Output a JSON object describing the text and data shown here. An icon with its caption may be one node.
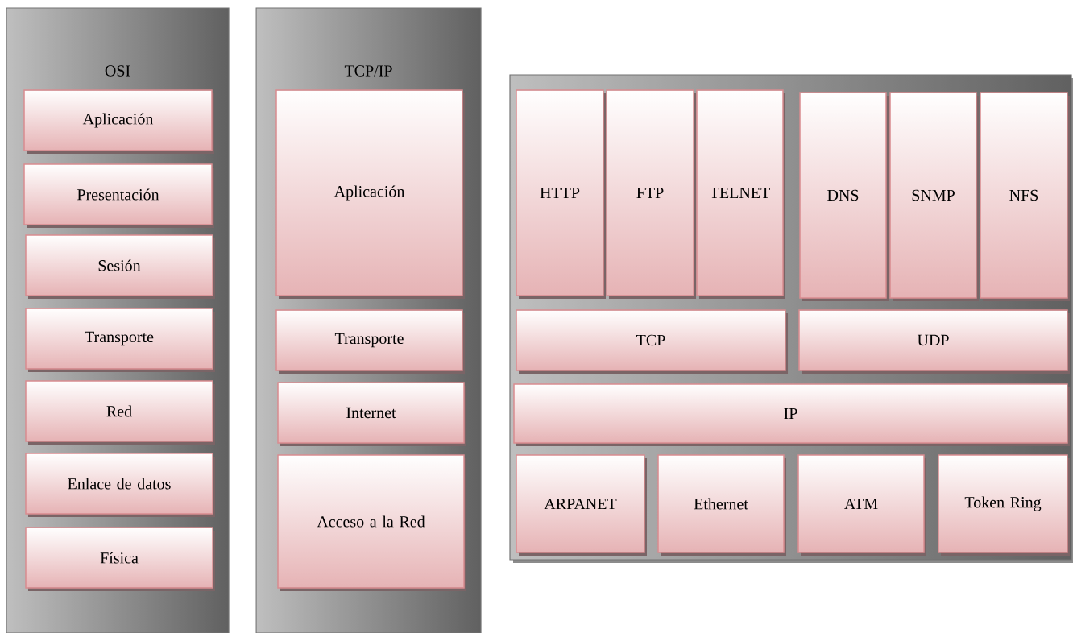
{
  "diagram": {
    "nodes": [
      {
        "text": [
          "OSI"
        ]
      },
      {
        "text": [
          "Aplicación"
        ],
        "in": 0
      },
      {
        "text": [
          "Presentación"
        ],
        "in": 0
      },
      {
        "text": [
          "Sesión"
        ],
        "in": 0
      },
      {
        "text": [
          "Transporte"
        ],
        "in": 0
      },
      {
        "text": [
          "Red"
        ],
        "in": 0
      },
      {
        "text": [
          "Enlace de datos"
        ],
        "in": 0
      },
      {
        "text": [
          "Física"
        ],
        "in": 0
      },
      {
        "text": [
          "TCP/IP"
        ]
      },
      {
        "text": [
          "Aplicación"
        ],
        "in": 8
      },
      {
        "text": [
          "Transporte"
        ],
        "in": 8
      },
      {
        "text": [
          "Internet"
        ],
        "in": 8
      },
      {
        "text": [
          "Acceso a la Red"
        ],
        "in": 8
      },
      {
        "text": [],
        "shape": "box"
      },
      {
        "text": [
          "HTTP"
        ],
        "in": 13
      },
      {
        "text": [
          "FTP"
        ],
        "in": 13
      },
      {
        "text": [
          "TELNET"
        ],
        "in": 13
      },
      {
        "text": [
          "DNS"
        ],
        "in": 13
      },
      {
        "text": [
          "SNMP"
        ],
        "in": 13
      },
      {
        "text": [
          "NFS"
        ],
        "in": 13
      },
      {
        "text": [
          "TCP"
        ],
        "in": 13
      },
      {
        "text": [
          "UDP"
        ],
        "in": 13
      },
      {
        "text": [
          "IP"
        ],
        "in": 13
      },
      {
        "text": [
          "ARPANET"
        ],
        "in": 13
      },
      {
        "text": [
          "Ethernet"
        ],
        "in": 13
      },
      {
        "text": [
          "ATM"
        ],
        "in": 13
      },
      {
        "text": [
          "Token Ring"
        ],
        "in": 13
      }
    ]
  }
}
